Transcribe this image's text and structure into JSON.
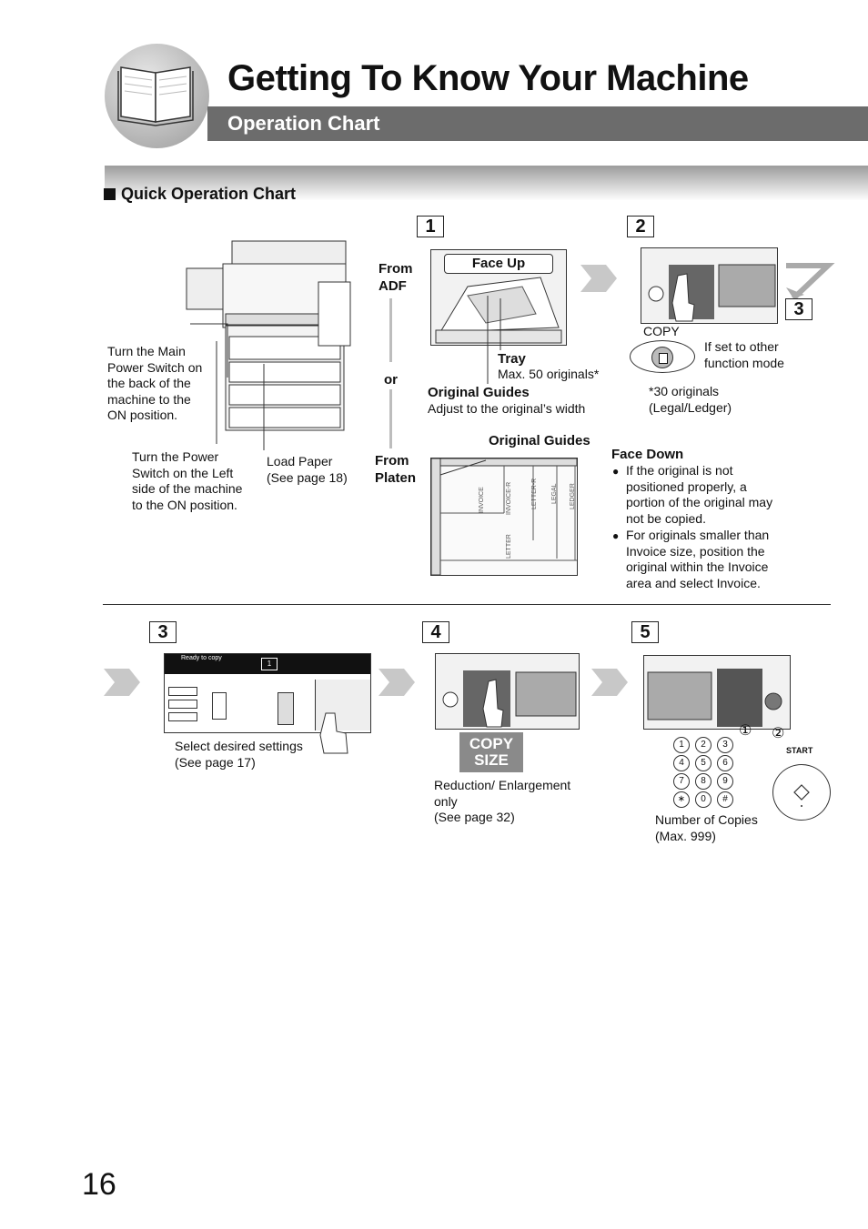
{
  "header": {
    "title": "Getting To Know Your Machine",
    "subtitle": "Operation Chart",
    "book_icon": "open-book-icon"
  },
  "section": {
    "title": "Quick Operation Chart"
  },
  "machine": {
    "main_power": "Turn the Main Power Switch on the back of the machine to the ON position.",
    "power_switch": "Turn the Power Switch on the Left side of the machine to the ON position.",
    "load_paper": "Load Paper (See page 18)"
  },
  "step1": {
    "number": "1",
    "from_adf": "From ADF",
    "or": "or",
    "from_platen": "From Platen",
    "face_up": "Face Up",
    "tray_label": "Tray",
    "tray_max": "Max. 50 originals*",
    "guides_label": "Original Guides",
    "guides_desc": "Adjust to the original’s width",
    "guides_label2": "Original Guides",
    "platen_sizes": [
      "INVOICE",
      "INVOICE-R",
      "LETTER-R",
      "LEGAL",
      "LEDGER",
      "LETTER"
    ],
    "face_down": "Face Down",
    "face_down_notes": [
      "If the original is not positioned properly, a portion of the original may not be copied.",
      "For originals smaller than Invoice size, position the original within the Invoice area and select Invoice."
    ]
  },
  "step2": {
    "number": "2",
    "copy_label": "COPY",
    "other_mode": "If set to other function mode",
    "note": "*30 originals (Legal/Ledger)",
    "step3_ref": "3"
  },
  "step3": {
    "number": "3",
    "screen_status": "Ready to copy",
    "screen_count": "1",
    "desc1": "Select desired settings",
    "desc2": "(See page 17)"
  },
  "step4": {
    "number": "4",
    "badge1": "COPY",
    "badge2": "SIZE",
    "desc1": "Reduction/ Enlargement",
    "desc2": "only",
    "desc3": "(See page 32)"
  },
  "step5": {
    "number": "5",
    "callout1": "①",
    "callout2": "②",
    "start_label": "START",
    "keys": [
      "1",
      "2",
      "3",
      "4",
      "5",
      "6",
      "7",
      "8",
      "9",
      "∗",
      "0",
      "#"
    ],
    "desc1": "Number of Copies",
    "desc2": "(Max. 999)"
  },
  "page_number": "16"
}
